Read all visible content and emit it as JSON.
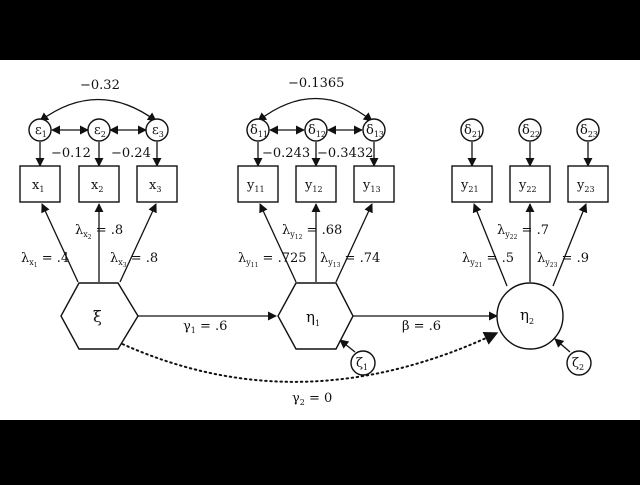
{
  "diagram": {
    "errors_x": [
      {
        "base": "ε",
        "sub": "1"
      },
      {
        "base": "ε",
        "sub": "2"
      },
      {
        "base": "ε",
        "sub": "3"
      }
    ],
    "errors_y1": [
      {
        "base": "δ",
        "sub": "11"
      },
      {
        "base": "δ",
        "sub": "12"
      },
      {
        "base": "δ",
        "sub": "13"
      }
    ],
    "errors_y2": [
      {
        "base": "δ",
        "sub": "21"
      },
      {
        "base": "δ",
        "sub": "22"
      },
      {
        "base": "δ",
        "sub": "23"
      }
    ],
    "indicators_x": [
      {
        "base": "x",
        "sub": "1"
      },
      {
        "base": "x",
        "sub": "2"
      },
      {
        "base": "x",
        "sub": "3"
      }
    ],
    "indicators_y1": [
      {
        "base": "y",
        "sub": "11"
      },
      {
        "base": "y",
        "sub": "12"
      },
      {
        "base": "y",
        "sub": "13"
      }
    ],
    "indicators_y2": [
      {
        "base": "y",
        "sub": "21"
      },
      {
        "base": "y",
        "sub": "22"
      },
      {
        "base": "y",
        "sub": "23"
      }
    ],
    "latents": {
      "xi": {
        "base": "ξ",
        "sub": ""
      },
      "eta1": {
        "base": "η",
        "sub": "1"
      },
      "eta2": {
        "base": "η",
        "sub": "2"
      }
    },
    "disturbances": {
      "zeta1": {
        "base": "ζ",
        "sub": "1"
      },
      "zeta2": {
        "base": "ζ",
        "sub": "2"
      }
    },
    "covariances": {
      "e1_e3": "−0.32",
      "e1_e2": "−0.12",
      "e2_e3": "−0.24",
      "d11_d13": "−0.1365",
      "d11_d12": "−0.243",
      "d12_d13": "−0.3432"
    },
    "loadings": {
      "x1": {
        "base": "λ",
        "sub": "x",
        "subsub": "1",
        "val": " = .4"
      },
      "x2": {
        "base": "λ",
        "sub": "x",
        "subsub": "2",
        "val": " = .8"
      },
      "x3": {
        "base": "λ",
        "sub": "x",
        "subsub": "3",
        "val": " = .8"
      },
      "y11": {
        "base": "λ",
        "sub": "y",
        "subsub": "11",
        "val": " = .725"
      },
      "y12": {
        "base": "λ",
        "sub": "y",
        "subsub": "12",
        "val": " = .68"
      },
      "y13": {
        "base": "λ",
        "sub": "y",
        "subsub": "13",
        "val": " = .74"
      },
      "y21": {
        "base": "λ",
        "sub": "y",
        "subsub": "21",
        "val": " = .5"
      },
      "y22": {
        "base": "λ",
        "sub": "y",
        "subsub": "22",
        "val": " = .7"
      },
      "y23": {
        "base": "λ",
        "sub": "y",
        "subsub": "23",
        "val": " = .9"
      }
    },
    "paths": {
      "gamma1": {
        "base": "γ",
        "sub": "1",
        "val": " = .6"
      },
      "beta": {
        "base": "β",
        "sub": "",
        "val": " = .6"
      },
      "gamma2": {
        "base": "γ",
        "sub": "2",
        "val": " = 0"
      }
    }
  }
}
